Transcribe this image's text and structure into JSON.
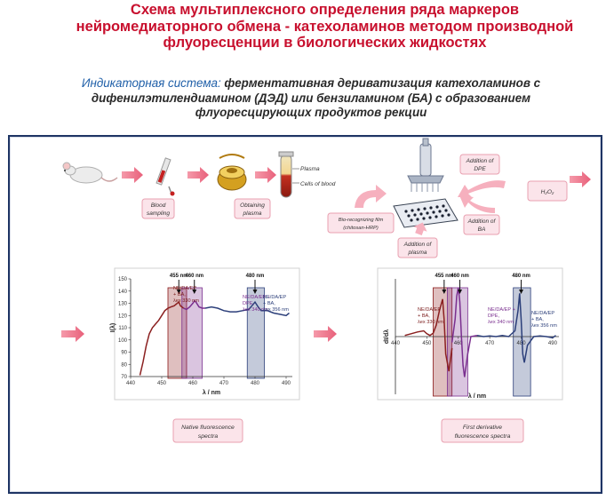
{
  "title": {
    "line1": "Схема мультиплексного определения ряда маркеров",
    "line2": "нейромедиаторного обмена - катехоламинов методом производной",
    "line3": "флуоресценции в биологических жидкостях"
  },
  "subtitle": {
    "lead": "Индикаторная система:",
    "line1": " ферментативная дериватизация катехоламинов с",
    "line2": "дифенилэтилендиамином (ДЭД) или бензиламином (БА) с образованием",
    "line3": "флуоресцирующих продуктов рекции"
  },
  "workflow": {
    "blood_sampling": [
      "Blood",
      "sampling"
    ],
    "obtaining_plasma": [
      "Obtaining",
      "plasma"
    ],
    "plasma": "Plasma",
    "cells_of_blood": "Cells of blood",
    "addition_dpe": [
      "Addition of",
      "DPE"
    ],
    "addition_ba": [
      "Addition of",
      "BA"
    ],
    "bio_film": [
      "Bio-recognizing film",
      "(chitosan-HRP)"
    ],
    "addition_plasma": [
      "Addition of",
      "plasma"
    ],
    "h2o2": "H₂O₂"
  },
  "colors": {
    "title": "#c8102e",
    "lead": "#1f5fa8",
    "arrow": "#e8607a",
    "dpe": "#7a2f8f",
    "ba_ne": "#7a1a1a",
    "ba_blue": "#2c3f7a"
  },
  "chart_data": [
    {
      "type": "line",
      "caption": [
        "Native fluorescence",
        "spectra"
      ],
      "xlabel": "λ / nm",
      "ylabel": "I(λ)",
      "xlim": [
        440,
        492
      ],
      "ylim": [
        70,
        150
      ],
      "xticks": [
        440,
        450,
        460,
        470,
        480,
        490
      ],
      "yticks": [
        70,
        80,
        90,
        100,
        110,
        120,
        130,
        140,
        150
      ],
      "peaks": [
        {
          "label": "455 nm",
          "x": 455.5
        },
        {
          "label": "460 nm",
          "x": 460.5
        },
        {
          "label": "480 nm",
          "x": 480
        }
      ],
      "bands": [
        {
          "from": 452,
          "to": 458,
          "color": "#8b1a1a"
        },
        {
          "from": 456.5,
          "to": 463,
          "color": "#7a2f8f"
        },
        {
          "from": 477.5,
          "to": 483,
          "color": "#2c3f7a"
        }
      ],
      "series_labels": [
        {
          "lines": [
            "NE/DA/EP",
            "+ BA,",
            "λex 330 nm"
          ],
          "color": "#7a1a1a"
        },
        {
          "lines": [
            "NE/DA/EP +",
            "DPE,",
            "λex 340 nm"
          ],
          "color": "#7a2f8f"
        },
        {
          "lines": [
            "NE/DA/EP",
            "+ BA,",
            "λex 356 nm"
          ],
          "color": "#2c3f7a"
        }
      ],
      "series": [
        {
          "name": "NE/DA/EP + BA, λex 330 nm",
          "color": "#8b2020",
          "x": [
            443,
            444,
            445,
            446,
            447,
            448,
            449,
            450,
            451,
            452,
            453,
            454,
            455,
            455.5,
            456,
            457
          ],
          "values": [
            71,
            82,
            95,
            105,
            110,
            113,
            116,
            120,
            124,
            126,
            127,
            128,
            130,
            131,
            128,
            126
          ]
        },
        {
          "name": "NE/DA/EP + DPE, λex 340 nm",
          "color": "#7a2f8f",
          "x": [
            457,
            458,
            459,
            460,
            460.5,
            461,
            462,
            463,
            464
          ],
          "values": [
            126,
            125,
            127,
            130,
            132,
            131,
            127,
            126,
            126
          ]
        },
        {
          "name": "NE/DA/EP + BA, λex 356 nm",
          "color": "#2c3f7a",
          "x": [
            464,
            466,
            468,
            470,
            472,
            474,
            476,
            478,
            479,
            480,
            481,
            482,
            484,
            486,
            488,
            490,
            491
          ],
          "values": [
            126,
            127,
            126,
            124,
            123,
            123,
            124,
            125,
            128,
            131,
            127,
            124,
            124,
            122,
            121,
            120,
            122
          ]
        }
      ]
    },
    {
      "type": "line",
      "caption": [
        "First derivative",
        "fluorescence spectra"
      ],
      "xlabel": "λ / nm",
      "ylabel": "dI/dλ",
      "xlim": [
        440,
        492
      ],
      "ylim": [
        -1,
        1
      ],
      "xticks": [
        440,
        450,
        460,
        470,
        480,
        490
      ],
      "peaks": [
        {
          "label": "455 nm",
          "x": 455.5
        },
        {
          "label": "460 nm",
          "x": 460.5
        },
        {
          "label": "480 nm",
          "x": 480
        }
      ],
      "bands": [
        {
          "from": 452,
          "to": 458,
          "color": "#8b1a1a"
        },
        {
          "from": 456.5,
          "to": 463,
          "color": "#7a2f8f"
        },
        {
          "from": 477.5,
          "to": 483,
          "color": "#2c3f7a"
        }
      ],
      "series_labels": [
        {
          "lines": [
            "NE/DA/EP",
            "+ BA,",
            "λex 330 nm"
          ],
          "color": "#7a1a1a"
        },
        {
          "lines": [
            "NE/DA/EP +",
            "DPE,",
            "λex 340 nm"
          ],
          "color": "#7a2f8f"
        },
        {
          "lines": [
            "NE/DA/EP",
            "+ BA,",
            "λex 356 nm"
          ],
          "color": "#2c3f7a"
        }
      ],
      "series": [
        {
          "name": "NE/DA/EP + BA, λex 330 nm",
          "color": "#8b2020",
          "x": [
            443,
            445,
            447,
            449,
            450,
            451,
            452,
            453,
            454,
            455,
            455.5,
            456,
            457,
            458
          ],
          "values": [
            0.02,
            0.05,
            0.08,
            0.1,
            0.05,
            0.02,
            0.06,
            0.2,
            0.45,
            0.65,
            0.3,
            -0.3,
            -0.6,
            -0.2
          ]
        },
        {
          "name": "NE/DA/EP + DPE, λex 340 nm",
          "color": "#7a2f8f",
          "x": [
            458,
            459,
            459.5,
            460,
            460.5,
            461,
            461.5,
            462,
            463,
            464,
            466
          ],
          "values": [
            -0.1,
            0.3,
            0.7,
            0.85,
            0.6,
            0.0,
            -0.5,
            -0.7,
            -0.3,
            0.0,
            0.02
          ]
        },
        {
          "name": "NE/DA/EP + BA, λex 356 nm",
          "color": "#2c3f7a",
          "x": [
            466,
            468,
            470,
            472,
            474,
            476,
            478,
            479,
            479.5,
            480,
            480.5,
            481,
            482,
            484,
            486,
            488,
            490,
            491
          ],
          "values": [
            0.02,
            0.0,
            0.01,
            0.0,
            0.02,
            0.0,
            0.1,
            0.45,
            0.75,
            0.3,
            -0.3,
            -0.45,
            -0.15,
            0.0,
            0.01,
            0.0,
            -0.02,
            0.02
          ]
        }
      ]
    }
  ]
}
